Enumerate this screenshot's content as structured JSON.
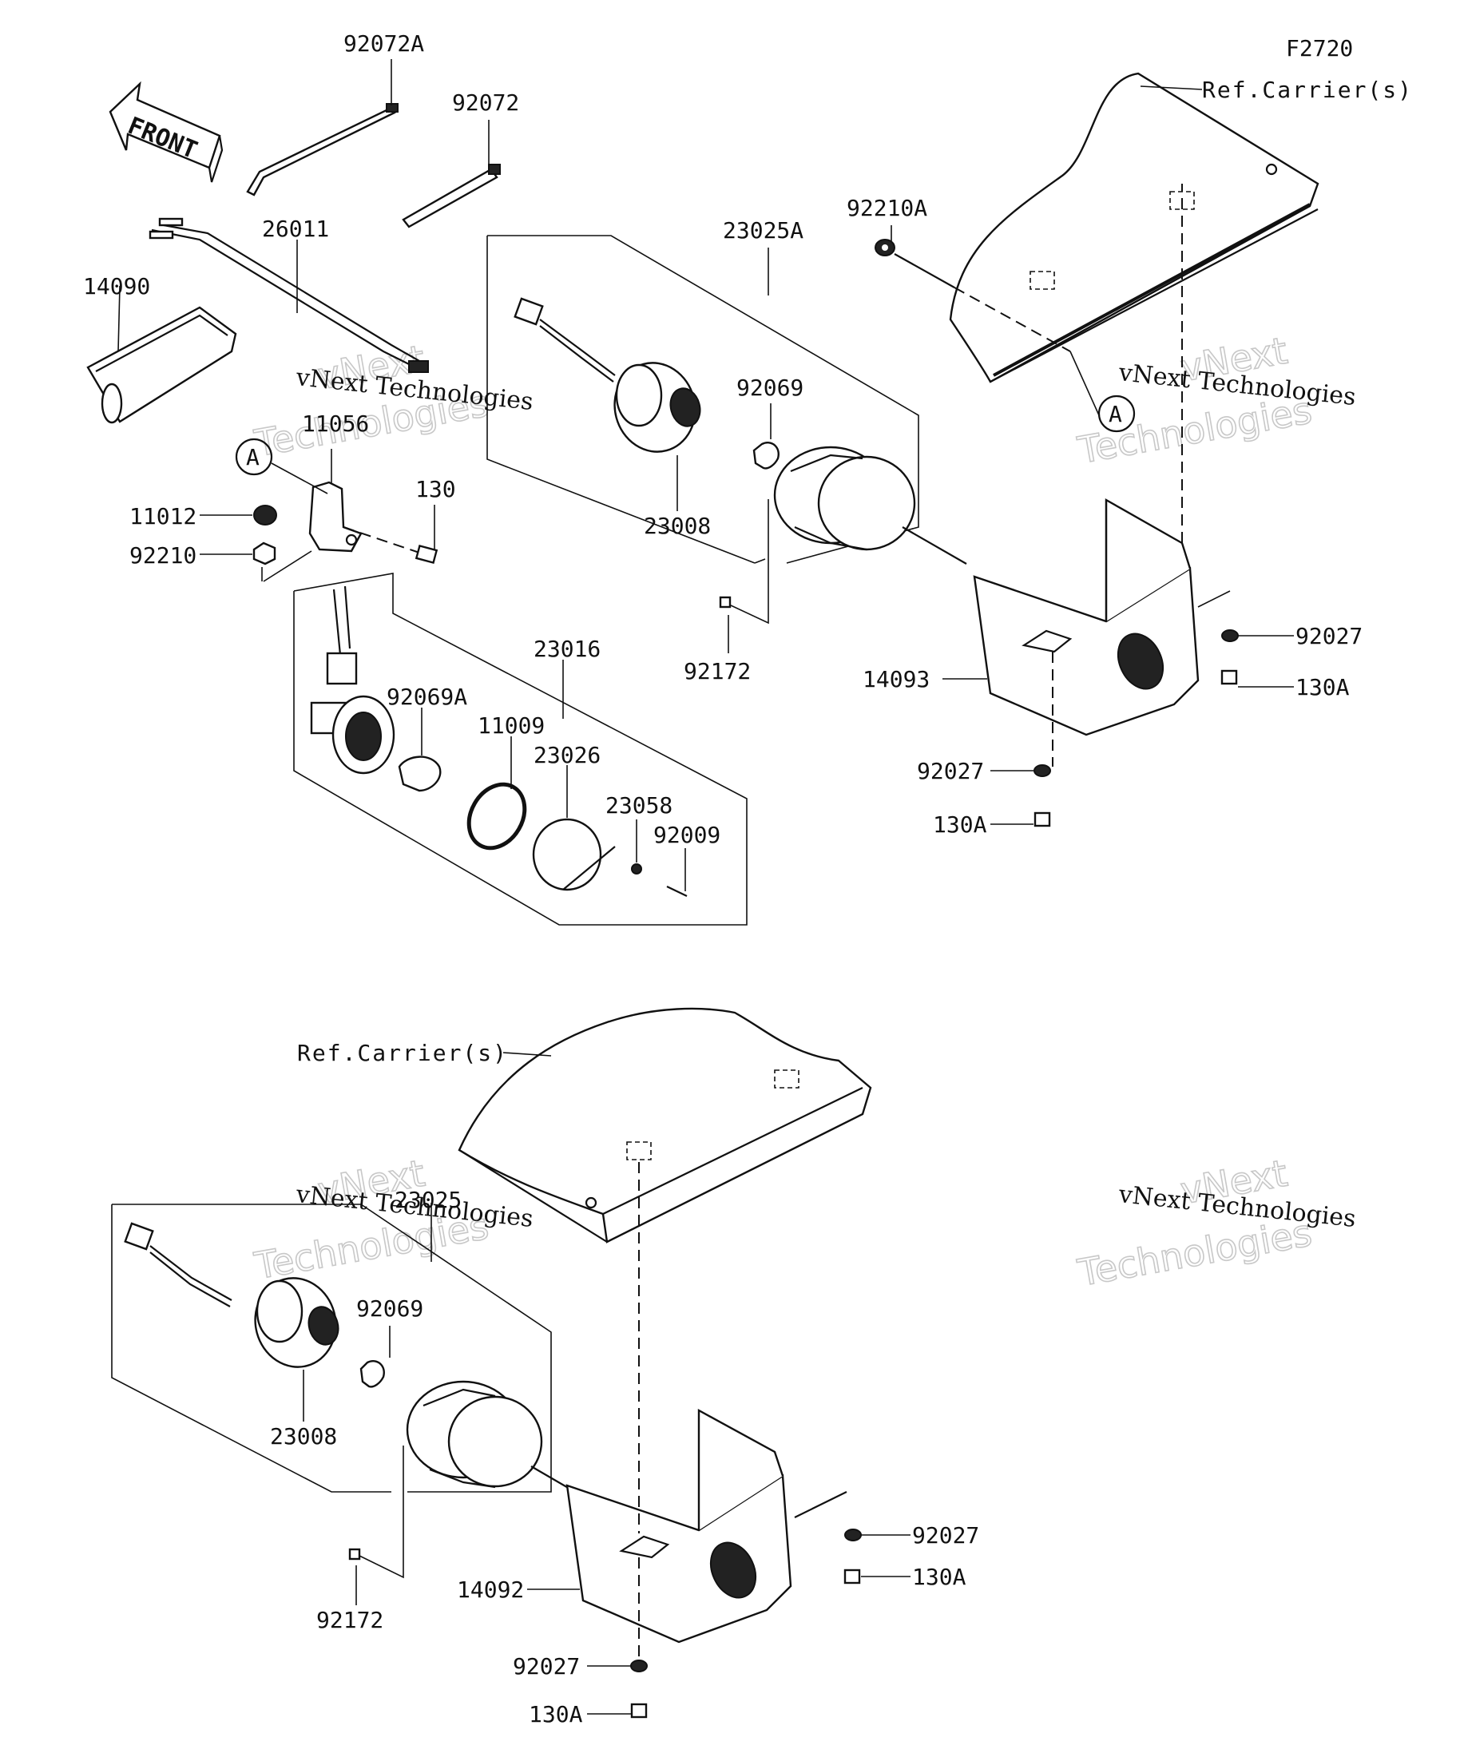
{
  "figure_code": "F2720",
  "front_label": "FRONT",
  "reference_a": "A",
  "ref_carrier": "Ref.Carrier(s)",
  "watermark": {
    "line1": "vNext",
    "line2": "Technologies",
    "caption": "vNext Technologies"
  },
  "part_numbers": {
    "p92072A": "92072A",
    "p92072": "92072",
    "p26011": "26011",
    "p14090": "14090",
    "p11056": "11056",
    "p130": "130",
    "p11012": "11012",
    "p92210": "92210",
    "p92210A": "92210A",
    "p23025A": "23025A",
    "p23008_top": "23008",
    "p92069_top": "92069",
    "p92172_top": "92172",
    "p23016": "23016",
    "p92069A": "92069A",
    "p11009": "11009",
    "p23026": "23026",
    "p23058": "23058",
    "p92009": "92009",
    "p14093": "14093",
    "p92027_r1": "92027",
    "p130A_r1": "130A",
    "p92027_r2": "92027",
    "p130A_r2": "130A",
    "p23025": "23025",
    "p23008_bot": "23008",
    "p92069_bot": "92069",
    "p92172_bot": "92172",
    "p14092": "14092",
    "p92027_b1": "92027",
    "p130A_b1": "130A",
    "p92027_b2": "92027",
    "p130A_b2": "130A"
  }
}
